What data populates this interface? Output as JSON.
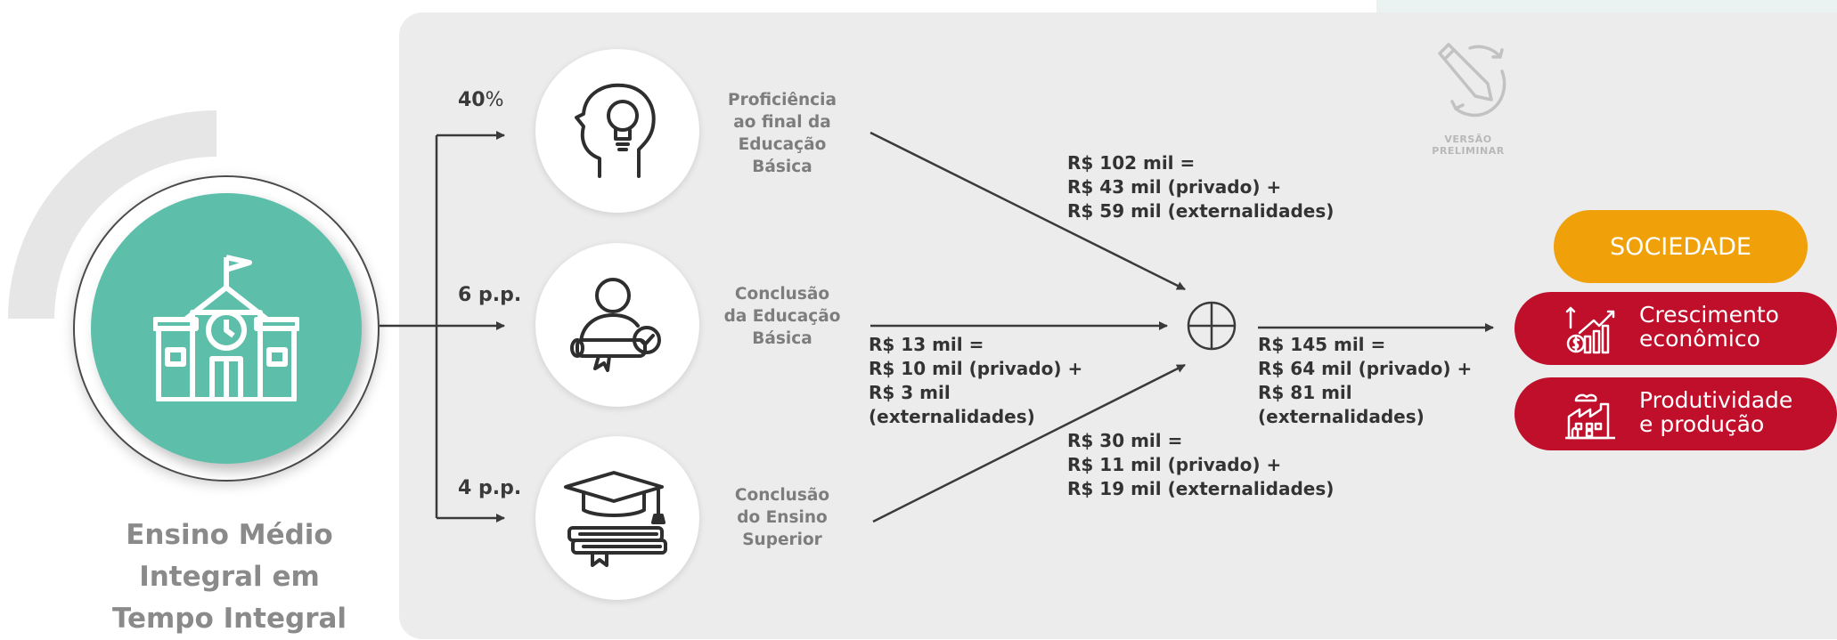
{
  "school": {
    "title_line1": "Ensino Médio",
    "title_line2": "Integral em",
    "title_line3": "Tempo Integral",
    "icon": "school-building-icon"
  },
  "branches": [
    {
      "value_main": "40",
      "value_unit": "%",
      "label_lines": [
        "Proficiência",
        "ao final da",
        "Educação",
        "Básica"
      ],
      "icon": "head-lightbulb-icon"
    },
    {
      "value_main": "6 p.p.",
      "value_unit": "",
      "label_lines": [
        "Conclusão",
        "da Educação",
        "Básica"
      ],
      "icon": "person-diploma-icon"
    },
    {
      "value_main": "4 p.p.",
      "value_unit": "",
      "label_lines": [
        "Conclusão",
        "do Ensino",
        "Superior"
      ],
      "icon": "graduation-cap-books-icon"
    }
  ],
  "values": {
    "proficiencia": "R$ 102 mil =\nR$ 43 mil (privado) +\nR$ 59 mil (externalidades)",
    "educacao_basica": "R$ 13 mil =\nR$ 10 mil (privado) +\nR$ 3 mil\n(externalidades)",
    "ensino_superior": "R$ 30 mil =\nR$ 11 mil (privado) +\nR$ 19 mil (externalidades)",
    "total": "R$ 145 mil =\nR$ 64 mil (privado) +\nR$ 81 mil\n(externalidades)"
  },
  "sum_symbol": "circled-plus-icon",
  "society": {
    "label": "SOCIEDADE",
    "items": [
      {
        "line1": "Crescimento",
        "line2": "econômico",
        "icon": "growth-chart-money-icon"
      },
      {
        "line1": "Produtividade",
        "line2": "e produção",
        "icon": "factory-icon"
      }
    ]
  },
  "watermark": {
    "line1": "VERSÃO",
    "line2": "PRELIMINAR",
    "icon": "pencil-refresh-icon"
  },
  "colors": {
    "teal": "#5dbfaa",
    "orange": "#f0a008",
    "red": "#bf0f2b",
    "panel": "#ececec",
    "text_gray": "#8a8a8a"
  }
}
